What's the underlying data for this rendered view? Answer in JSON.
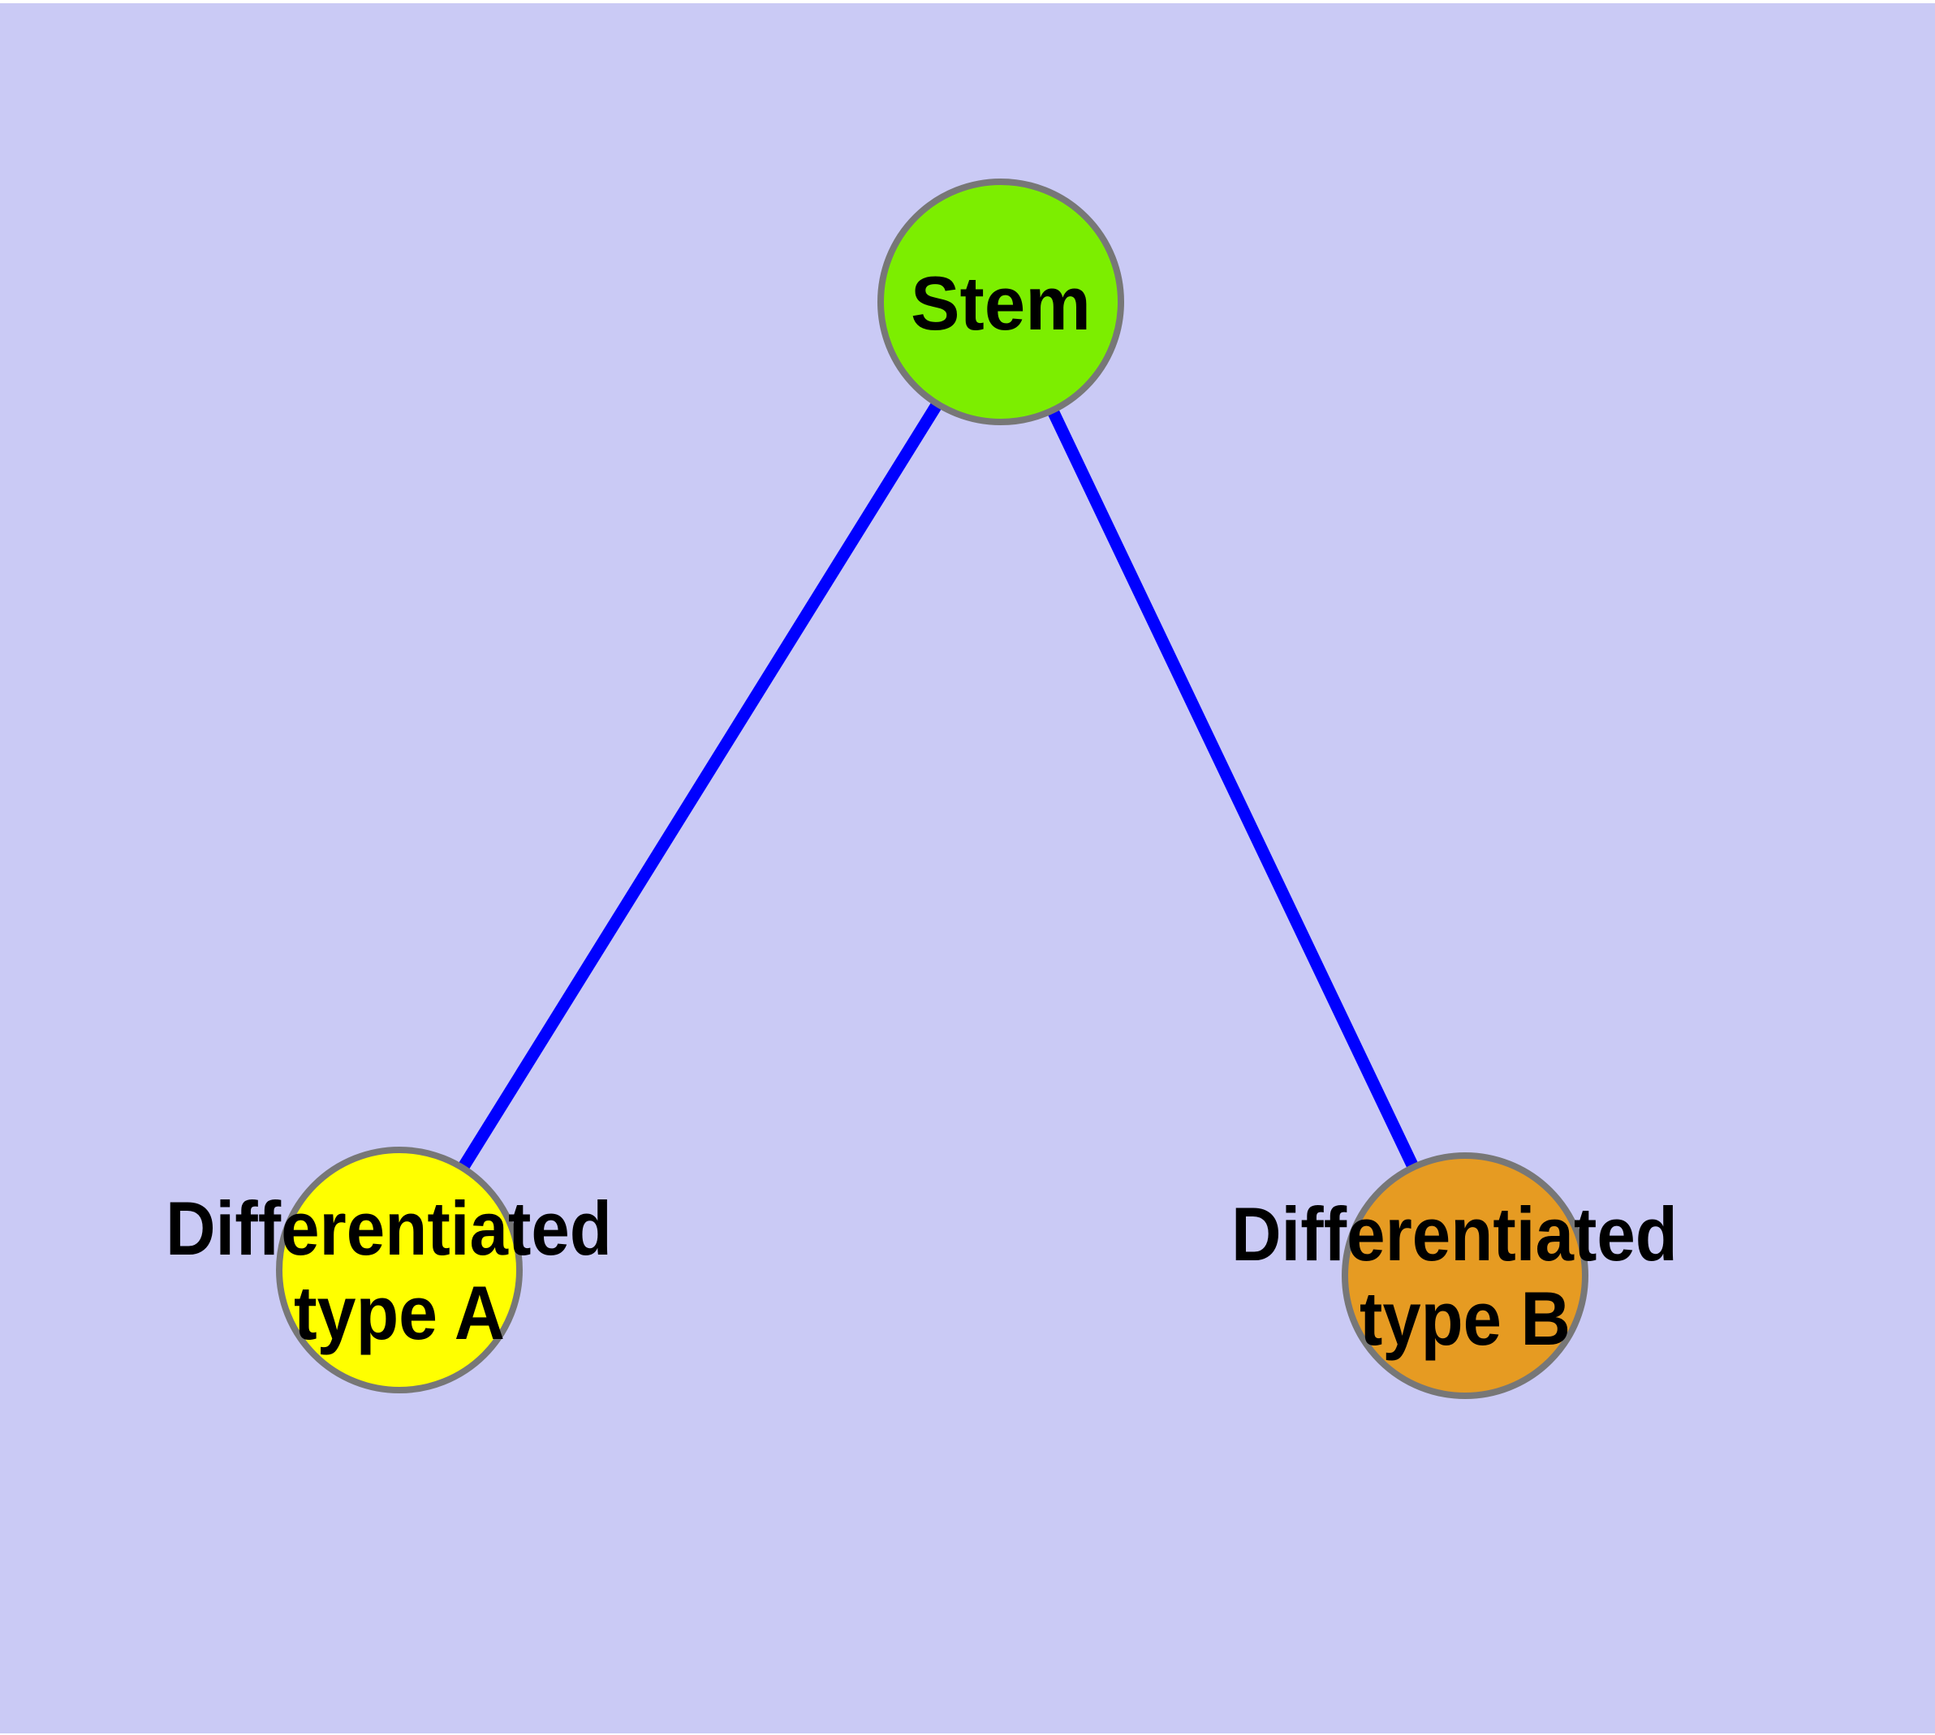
{
  "figure": {
    "type": "node-link-graph",
    "description": "Stem cell differentiation diagram: one stem node linked to two differentiated cell type nodes"
  },
  "colors": {
    "background": "#CACAF5",
    "top_margin_strip": "#FFFFFF",
    "edge": "#0000FF",
    "node_border": "#777777",
    "label_text": "#000000",
    "stem_fill": "#7CEE00",
    "type_a_fill": "#FFFF00",
    "type_b_fill": "#E69B22"
  },
  "nodes": {
    "stem": {
      "label": "Stem"
    },
    "type_a": {
      "label_line1": "Differentiated",
      "label_line2": "type A"
    },
    "type_b": {
      "label_line1": "Differentiated",
      "label_line2": "type B"
    }
  },
  "edges": [
    {
      "from": "Stem",
      "to": "Differentiated type A"
    },
    {
      "from": "Stem",
      "to": "Differentiated type B"
    }
  ]
}
